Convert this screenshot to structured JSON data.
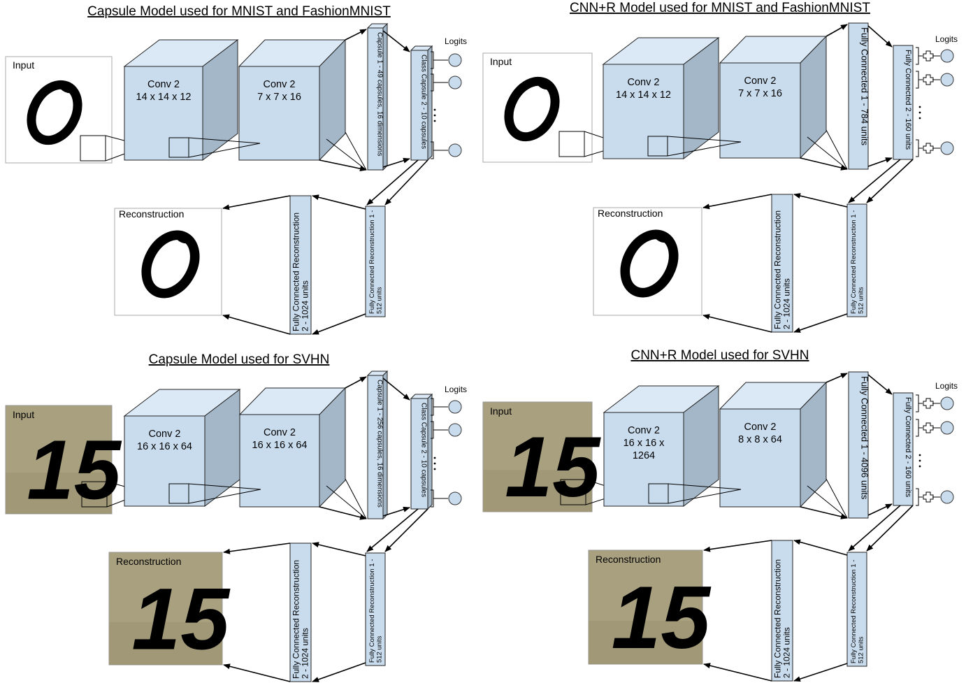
{
  "panels": {
    "caps_mnist": {
      "title": "Capsule Model used for MNIST and FashionMNIST",
      "input_label": "Input",
      "recon_label": "Reconstruction",
      "conv1": [
        "Conv 2",
        "14 x 14 x 12"
      ],
      "conv2": [
        "Conv 2",
        "7 x 7 x  16"
      ],
      "bar1": "Capsule 1 - 49 capsules, 16 dimensions",
      "bar2": "Class Capsule 2 - 10 capsules",
      "fc_recon_2": [
        "Fully Connected Reconstruction",
        "2 - 1024 units"
      ],
      "fc_recon_1": [
        "Fully Connected Reconstruction 1 -",
        "512 units"
      ],
      "logits_label": "Logits",
      "ellipsis": "..."
    },
    "cnn_mnist": {
      "title": "CNN+R Model used for MNIST and FashionMNIST",
      "input_label": "Input",
      "recon_label": "Reconstruction",
      "conv1": [
        "Conv 2",
        "14 x 14 x 12"
      ],
      "conv2": [
        "Conv 2",
        "7 x 7 x  16"
      ],
      "bar1": "Fully Connected 1 - 784 units",
      "bar2": "Fully Connected 2 - 160 units",
      "fc_recon_2": [
        "Fully Connected Reconstruction",
        "2 - 1024 units"
      ],
      "fc_recon_1": [
        "Fully Connected Reconstruction 1 -",
        "512 units"
      ],
      "logits_label": "Logits",
      "ellipsis": "...",
      "plus": "+"
    },
    "caps_svhn": {
      "title": "Capsule Model used for SVHN",
      "input_label": "Input",
      "recon_label": "Reconstruction",
      "conv1": [
        "Conv 2",
        "16 x 16 x 64"
      ],
      "conv2": [
        "Conv 2",
        "16 x 16 x  64"
      ],
      "bar1": "Capsule 1 - 256 capsules, 16 dimensions",
      "bar2": "Class Capsule 2 - 10 capsules",
      "fc_recon_2": [
        "Fully Connected Reconstruction",
        "2 - 1024 units"
      ],
      "fc_recon_1": [
        "Fully Connected Reconstruction 1 -",
        "512 units"
      ],
      "logits_label": "Logits",
      "ellipsis": "..."
    },
    "cnn_svhn": {
      "title": "CNN+R Model used for SVHN",
      "input_label": "Input",
      "recon_label": "Reconstruction",
      "conv1": [
        "Conv 2",
        "16 x 16 x",
        "1264"
      ],
      "conv2": [
        "Conv 2",
        "8 x 8 x  64"
      ],
      "bar1": "Fully Connected 1 - 4096 units",
      "bar2": "Fully Connected 2 - 160 units",
      "fc_recon_2": [
        "Fully Connected Reconstruction",
        "2 - 1024 units"
      ],
      "fc_recon_1": [
        "Fully Connected Reconstruction 1 -",
        "512 units"
      ],
      "logits_label": "Logits",
      "ellipsis": "...",
      "plus": "+"
    }
  },
  "images": {
    "mnist_digit": "0",
    "svhn_digits": "15"
  },
  "colors": {
    "layer_fill": "#c9dcee",
    "layer_side": "#a3b7c8",
    "svhn_background": "#a8a07f",
    "svhn_digit": "#1c1d24"
  }
}
